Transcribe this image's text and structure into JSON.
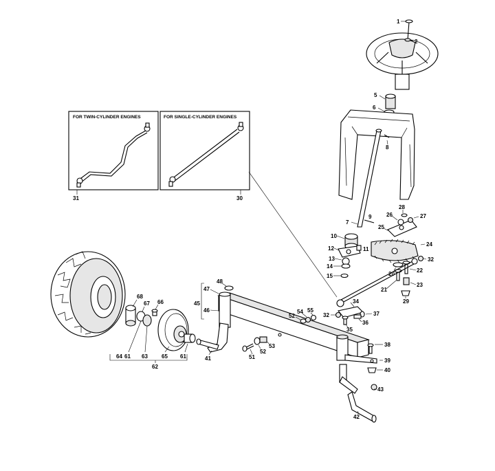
{
  "inset_twin": {
    "title": "FOR TWIN-CYLINDER ENGINES",
    "callout": "31"
  },
  "inset_single": {
    "title": "FOR SINGLE-CYLINDER ENGINES",
    "callout": "30"
  },
  "callouts": {
    "c1": "1",
    "c2": "2",
    "c5": "5",
    "c6": "6",
    "c7": "7",
    "c8": "8",
    "c9": "9",
    "c10": "10",
    "c11": "11",
    "c12": "12",
    "c13": "13",
    "c14": "14",
    "c15": "15",
    "c20": "20",
    "c21": "21",
    "c22": "22",
    "c23": "23",
    "c24": "24",
    "c25": "25",
    "c26": "26",
    "c27": "27",
    "c28": "28",
    "c29": "29",
    "c32a": "32",
    "c32b": "32",
    "c34": "34",
    "c35": "35",
    "c36": "36",
    "c37": "37",
    "c38": "38",
    "c39": "39",
    "c40": "40",
    "c41": "41",
    "c42": "42",
    "c43": "43",
    "c45": "45",
    "c46": "46",
    "c47": "47",
    "c48": "48",
    "c51": "51",
    "c52a": "52",
    "c52b": "52",
    "c53": "53",
    "c54": "54",
    "c55": "55",
    "c61a": "61",
    "c61b": "61",
    "c62": "62",
    "c63": "63",
    "c64": "64",
    "c65": "65",
    "c66": "66",
    "c67": "67",
    "c68": "68"
  }
}
